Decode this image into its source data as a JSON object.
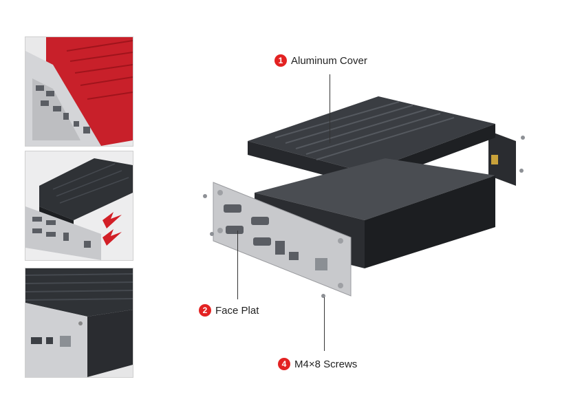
{
  "callouts": [
    {
      "num": "1",
      "label": "Aluminum Cover"
    },
    {
      "num": "2",
      "label": "Face Plat"
    },
    {
      "num": "4",
      "label": "M4×8 Screws"
    }
  ],
  "colors": {
    "badge": "#e32222",
    "cover_dark": "#2f3236",
    "faceplate": "#c8c9cc",
    "thumb_red": "#c8202a"
  },
  "thumbnails": [
    {
      "name": "red-enclosure-photo"
    },
    {
      "name": "assembly-photo"
    },
    {
      "name": "closeup-photo"
    }
  ]
}
